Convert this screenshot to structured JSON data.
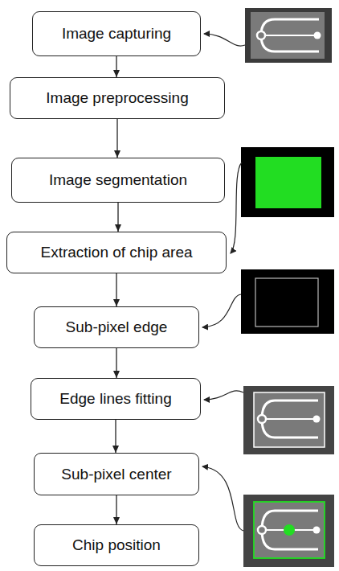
{
  "diagram": {
    "nodes": [
      {
        "text": [
          "Image capturing"
        ]
      },
      {
        "text": [
          "Image preprocessing"
        ]
      },
      {
        "text": [
          "Image segmentation"
        ]
      },
      {
        "text": [
          "Extraction of chip area"
        ]
      },
      {
        "text": [
          "Sub-pixel edge"
        ]
      },
      {
        "text": [
          "Edge lines fitting"
        ]
      },
      {
        "text": [
          "Sub-pixel center"
        ]
      },
      {
        "text": [
          "Chip position"
        ]
      }
    ],
    "edges": [
      {
        "from": 0,
        "to": 1,
        "arrow": "to"
      },
      {
        "from": 1,
        "to": 2,
        "arrow": "to"
      },
      {
        "from": 2,
        "to": 3,
        "arrow": "to"
      },
      {
        "from": 3,
        "to": 4,
        "arrow": "to"
      },
      {
        "from": 4,
        "to": 5,
        "arrow": "to"
      },
      {
        "from": 5,
        "to": 6,
        "arrow": "to"
      },
      {
        "from": 6,
        "to": 7,
        "arrow": "to"
      }
    ]
  }
}
